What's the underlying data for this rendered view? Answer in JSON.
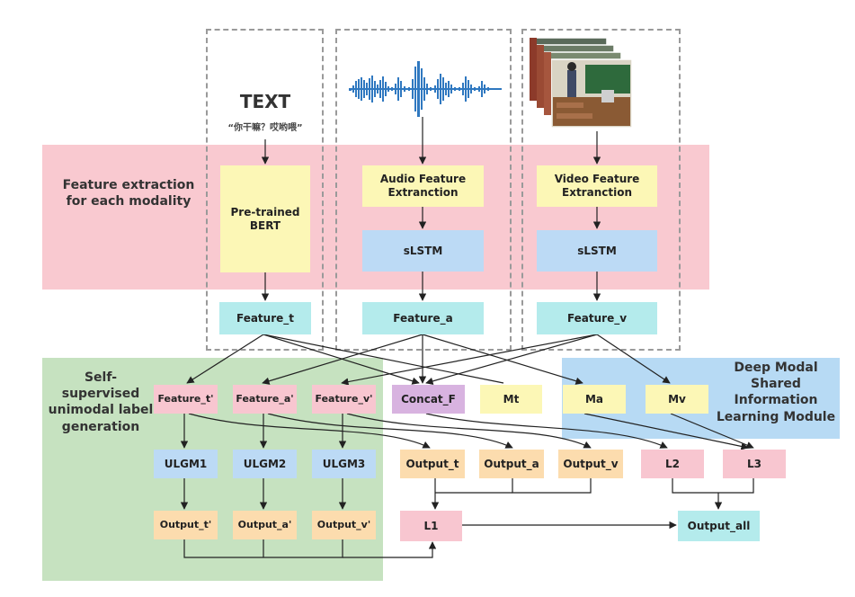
{
  "regions": {
    "feature_extraction_label": "Feature extraction\nfor each modality",
    "self_supervised_label": "Self-supervised\nunimodal label\ngeneration",
    "deep_modal_label": "Deep Modal\nShared\nInformation\nLearning Module"
  },
  "text_input": {
    "title": "TEXT",
    "sample": "“你干嘛？哎哟喂”"
  },
  "boxes": {
    "bert": "Pre-trained\nBERT",
    "audio_fe": "Audio Feature\nExtranction",
    "video_fe": "Video Feature\nExtranction",
    "slstm_a": "sLSTM",
    "slstm_v": "sLSTM",
    "feature_t": "Feature_t",
    "feature_a": "Feature_a",
    "feature_v": "Feature_v",
    "feature_t2": "Feature_t'",
    "feature_a2": "Feature_a'",
    "feature_v2": "Feature_v'",
    "concat_f": "Concat_F",
    "mt": "Mt",
    "ma": "Ma",
    "mv": "Mv",
    "ulgm1": "ULGM1",
    "ulgm2": "ULGM2",
    "ulgm3": "ULGM3",
    "output_t": "Output_t",
    "output_a": "Output_a",
    "output_v": "Output_v",
    "l2": "L2",
    "l3": "L3",
    "output_t2": "Output_t'",
    "output_a2": "Output_a'",
    "output_v2": "Output_v'",
    "l1": "L1",
    "output_all": "Output_all"
  },
  "colors": {
    "feature_extraction_band": "#f9c9d0",
    "self_supervised_band": "#c6e2c0",
    "deep_modal_band": "#b7daf4",
    "waveform": "#2f78c0"
  }
}
